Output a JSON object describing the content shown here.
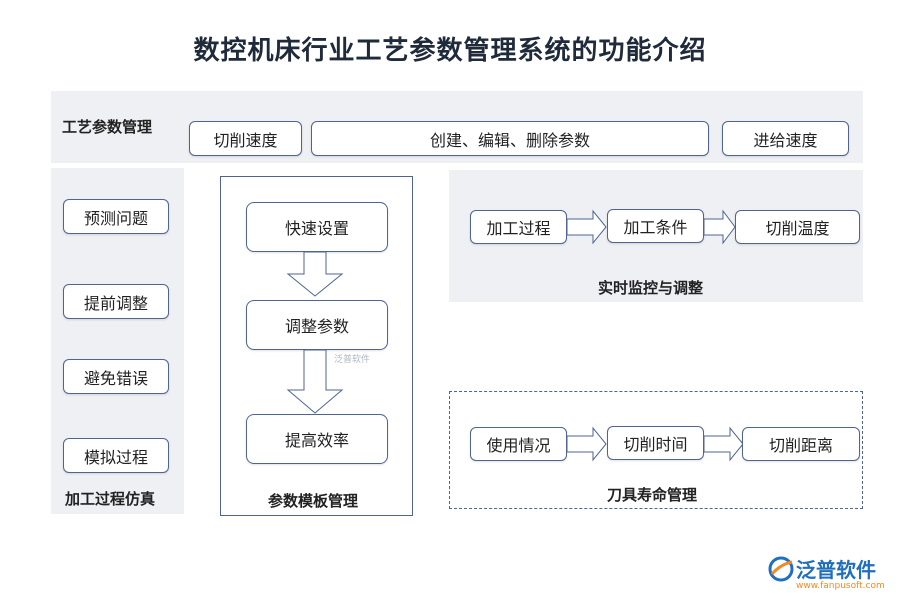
{
  "title": "数控机床行业工艺参数管理系统的功能介绍",
  "process_params": {
    "label": "工艺参数管理",
    "items": [
      "切削速度",
      "创建、编辑、删除参数",
      "进给速度"
    ]
  },
  "simulation": {
    "label": "加工过程仿真",
    "items": [
      "预测问题",
      "提前调整",
      "避免错误",
      "模拟过程"
    ]
  },
  "template": {
    "label": "参数模板管理",
    "steps": [
      "快速设置",
      "调整参数",
      "提高效率"
    ],
    "watermark": "泛普软件"
  },
  "monitoring": {
    "label": "实时监控与调整",
    "steps": [
      "加工过程",
      "加工条件",
      "切削温度"
    ]
  },
  "tool_life": {
    "label": "刀具寿命管理",
    "steps": [
      "使用情况",
      "切削时间",
      "切削距离"
    ]
  },
  "logo": {
    "name": "泛普软件",
    "url": "www.fanpusoft.com"
  },
  "colors": {
    "panel": "#eef0f4",
    "border": "#4f6490",
    "logo_blue": "#1f6fbf",
    "logo_orange": "#f08a24"
  }
}
